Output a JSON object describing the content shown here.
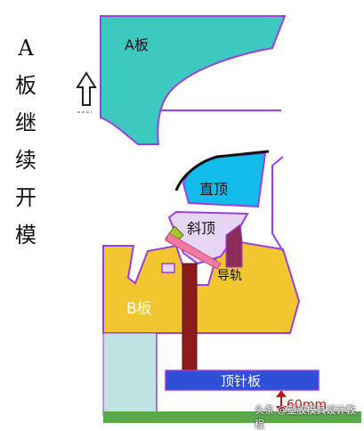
{
  "side_title": [
    "A",
    "板",
    "继",
    "续",
    "开",
    "模"
  ],
  "labels": {
    "a_plate": "A板",
    "straight_top": "直顶",
    "lifter": "斜顶",
    "guide_rail": "导轨",
    "b_plate": "B板",
    "ejector_plate": "顶针板",
    "distance": "60mm"
  },
  "watermark": "头条 @塑胶模具设计教程",
  "colors": {
    "a_plate": "#3ec9c0",
    "b_plate": "#f2c62e",
    "straight_top": "#12bcea",
    "lifter": "#e6d6f4",
    "guide_rail": "#8c2d5a",
    "ejector_plate": "#2f4fd6",
    "ejector_pin": "#8a1c1c",
    "pink": "#f07aa2",
    "outline": "#9a3fe0",
    "left_block": "#bfe3e3",
    "arrow": "#c01818"
  }
}
